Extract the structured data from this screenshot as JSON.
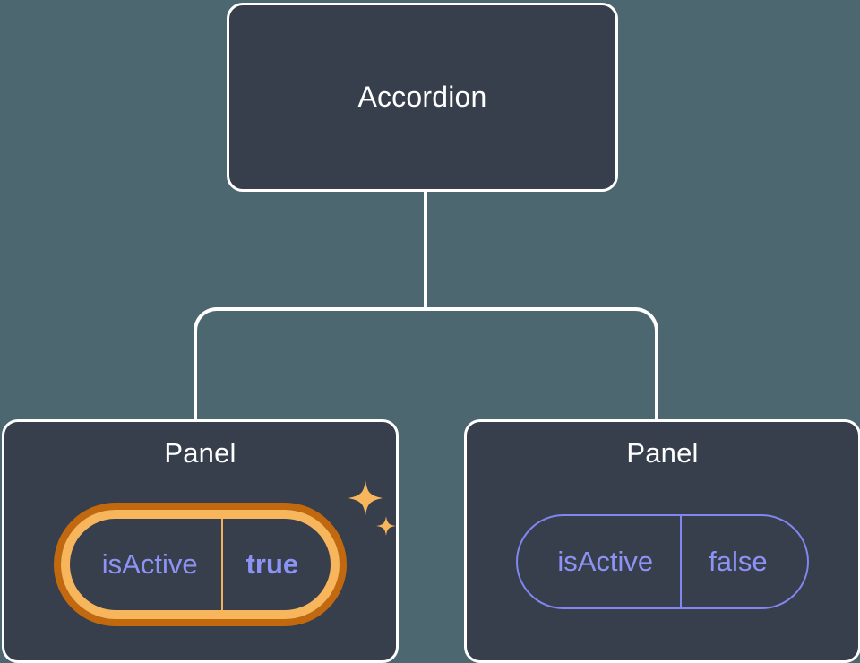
{
  "diagram": {
    "type": "component-tree",
    "background_color": "#4c6770",
    "node_fill_color": "#373e4c",
    "node_border_color": "#ffffff",
    "connector_color": "#ffffff",
    "root": {
      "label": "Accordion"
    },
    "children": [
      {
        "label": "Panel",
        "highlighted": true,
        "prop": {
          "key": "isActive",
          "value": "true",
          "value_bold": true,
          "text_color": "#8d93f5",
          "border_color": "#f7b65c",
          "glow_color": "#c2690f"
        },
        "sparkle_icon": "sparkles-icon",
        "sparkle_color": "#f7b65c"
      },
      {
        "label": "Panel",
        "highlighted": false,
        "prop": {
          "key": "isActive",
          "value": "false",
          "value_bold": false,
          "text_color": "#8d93f5",
          "border_color": "#8186f0"
        }
      }
    ]
  }
}
